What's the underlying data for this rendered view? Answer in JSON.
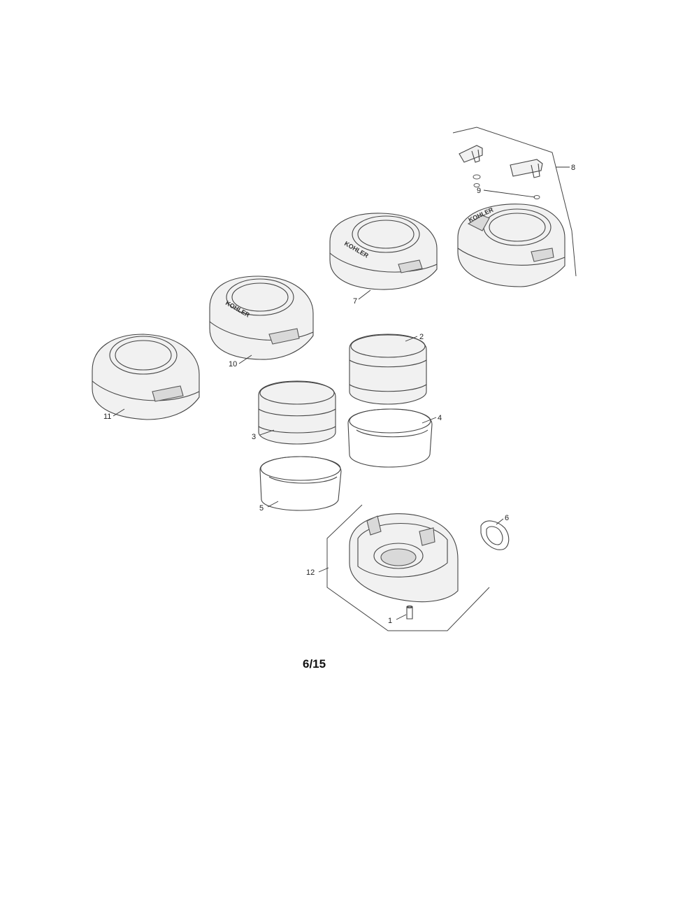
{
  "page_label": "6/15",
  "callouts": [
    "1",
    "2",
    "3",
    "4",
    "5",
    "6",
    "7",
    "8",
    "9",
    "10",
    "11",
    "12"
  ],
  "brand_marks": [
    "KOHLER",
    "KOHLER",
    "KOHLER"
  ]
}
